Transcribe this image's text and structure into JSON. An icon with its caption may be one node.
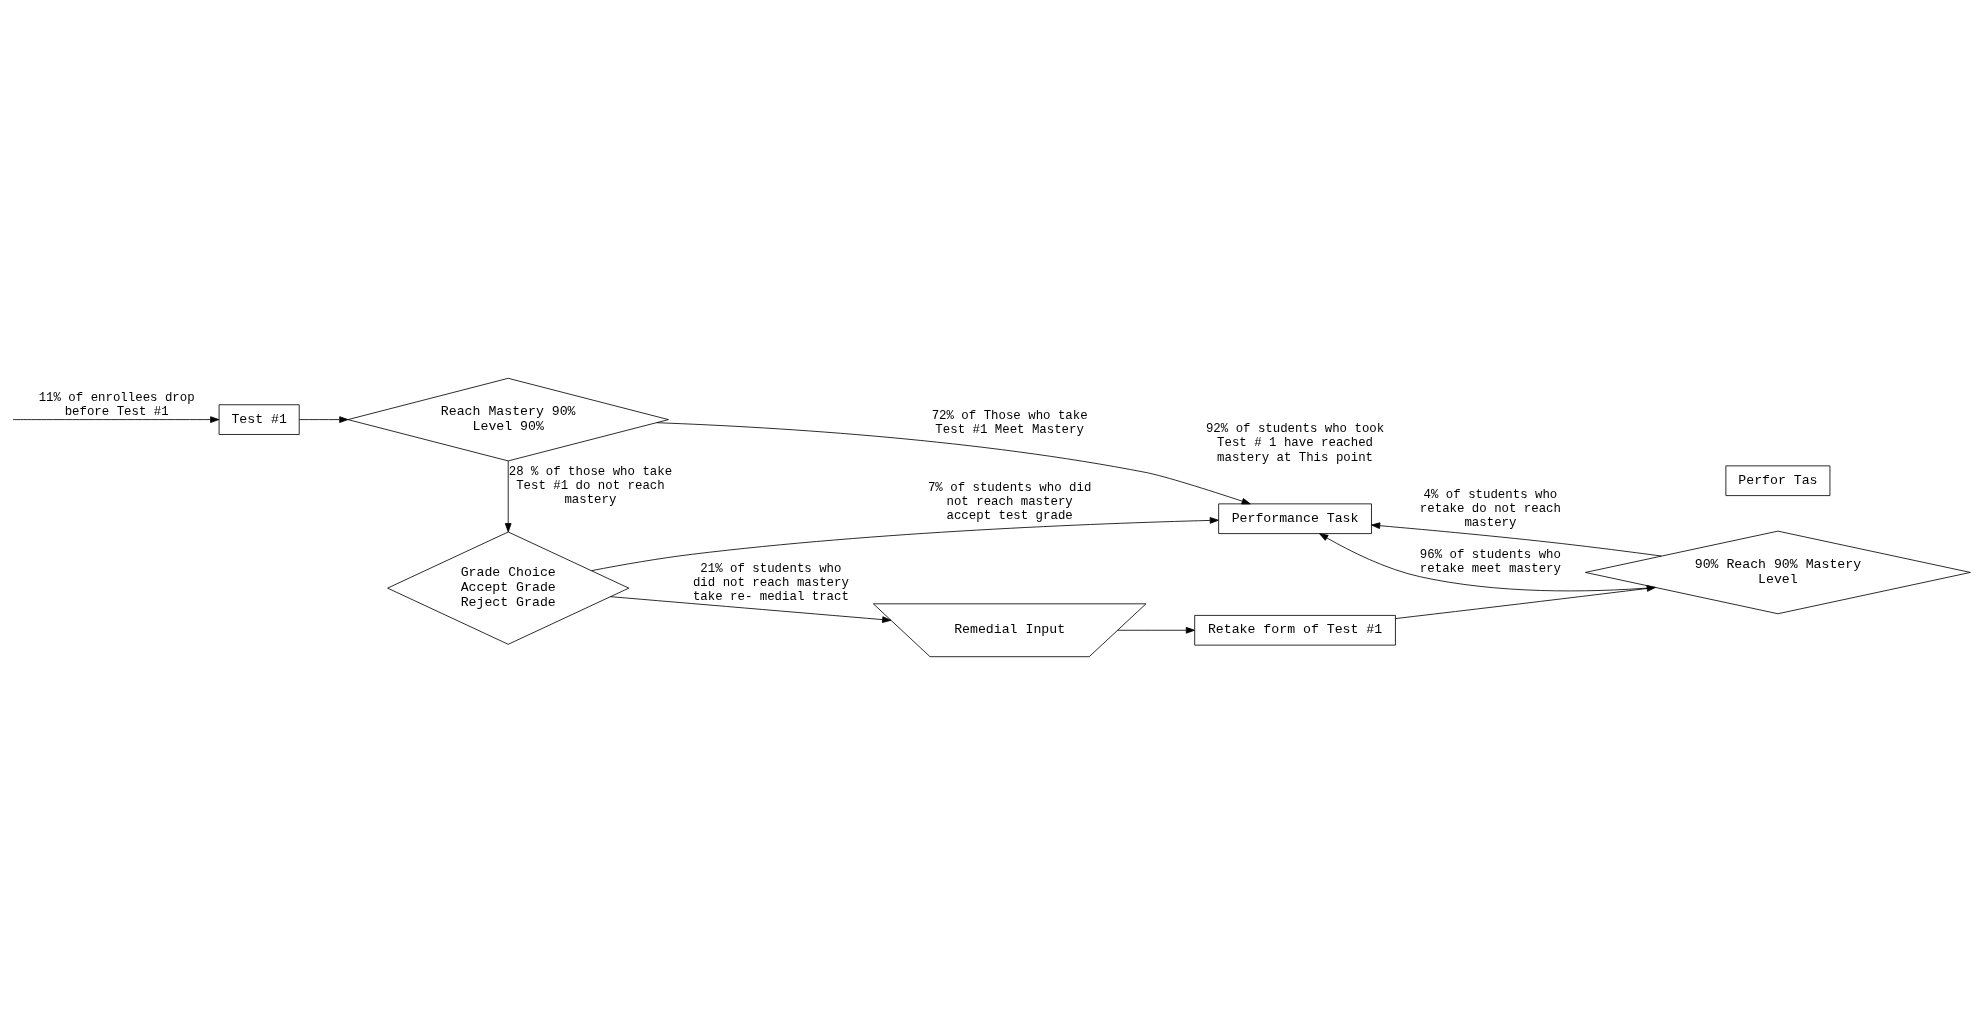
{
  "diagram": {
    "nodes": [
      {
        "text": [
          "Test #1"
        ]
      },
      {
        "text": [
          "Reach Mastery 90% Level 90%"
        ]
      },
      {
        "text": [
          "Performance Task"
        ]
      },
      {
        "text": [
          "Perfor Tas"
        ]
      },
      {
        "text": [
          "Grade Choice",
          "Accept Grade",
          "Reject Grade"
        ]
      },
      {
        "text": [
          "Remedial Input"
        ]
      },
      {
        "text": [
          "Retake form of Test #1"
        ]
      },
      {
        "text": [
          "90% Reach 90% Mastery Level"
        ]
      }
    ],
    "edges": [
      {
        "from": null,
        "to": 0,
        "arrow": "to",
        "label": "11% of enrollees drop before Test #1"
      },
      {
        "from": 0,
        "to": 1,
        "arrow": "to"
      },
      {
        "from": 1,
        "to": 2,
        "arrow": "to",
        "label": "72% of Those who take Test #1 Meet Mastery"
      },
      {
        "from": 1,
        "to": 4,
        "arrow": "to",
        "label": "28 % of those who take Test #1 do not reach mastery"
      },
      {
        "from": 4,
        "to": 2,
        "arrow": "to",
        "label": "7% of students who did not reach mastery accept test grade"
      },
      {
        "from": 4,
        "to": 5,
        "arrow": "to",
        "label": "21% of students who did not reach mastery take re- medial tract"
      },
      {
        "from": 5,
        "to": 6,
        "arrow": "to"
      },
      {
        "from": 6,
        "to": 7,
        "arrow": "to"
      },
      {
        "from": 7,
        "to": 2,
        "arrow": "to",
        "label": "96% of students who retake meet mastery"
      },
      {
        "from": 7,
        "to": 2,
        "arrow": "to",
        "label": "4% of students who retake do not reach mastery"
      }
    ],
    "labels": [
      "92% of students who took Test # 1 have reached mastery at This point"
    ]
  }
}
